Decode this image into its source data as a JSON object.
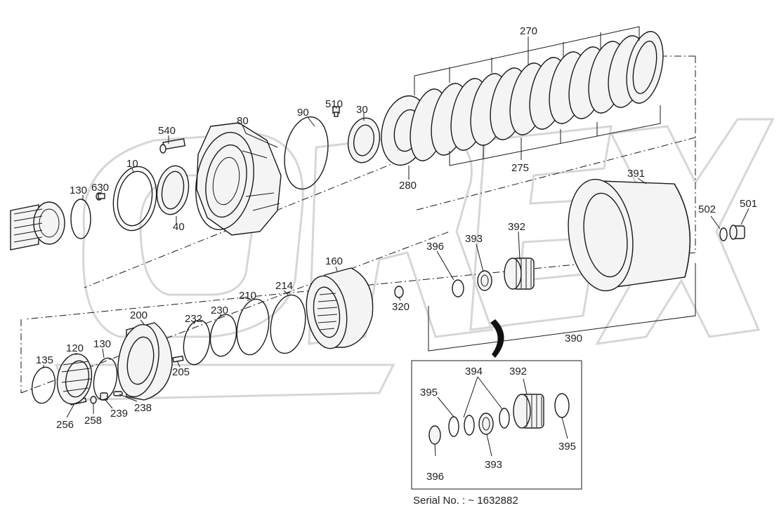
{
  "labels": {
    "p270": "270",
    "p275": "275",
    "p280": "280",
    "p90": "90",
    "p510": "510",
    "p30": "30",
    "p80": "80",
    "p540": "540",
    "p10": "10",
    "p40": "40",
    "p130a": "130",
    "p630": "630",
    "p391": "391",
    "p502": "502",
    "p501": "501",
    "p392a": "392",
    "p393a": "393",
    "p396a": "396",
    "p390": "390",
    "p160": "160",
    "p320": "320",
    "p214": "214",
    "p210": "210",
    "p230": "230",
    "p232": "232",
    "p200": "200",
    "p205": "205",
    "p120": "120",
    "p130b": "130",
    "p135": "135",
    "p256": "256",
    "p258": "258",
    "p239": "239",
    "p238": "238",
    "p394": "394",
    "p392b": "392",
    "p395a": "395",
    "p395b": "395",
    "p396b": "396",
    "p393b": "393"
  },
  "detail": {
    "serial": "Serial No.  : ~ 1632882"
  },
  "watermark": {
    "text": "OREX",
    "color": "#d6d6d6"
  }
}
